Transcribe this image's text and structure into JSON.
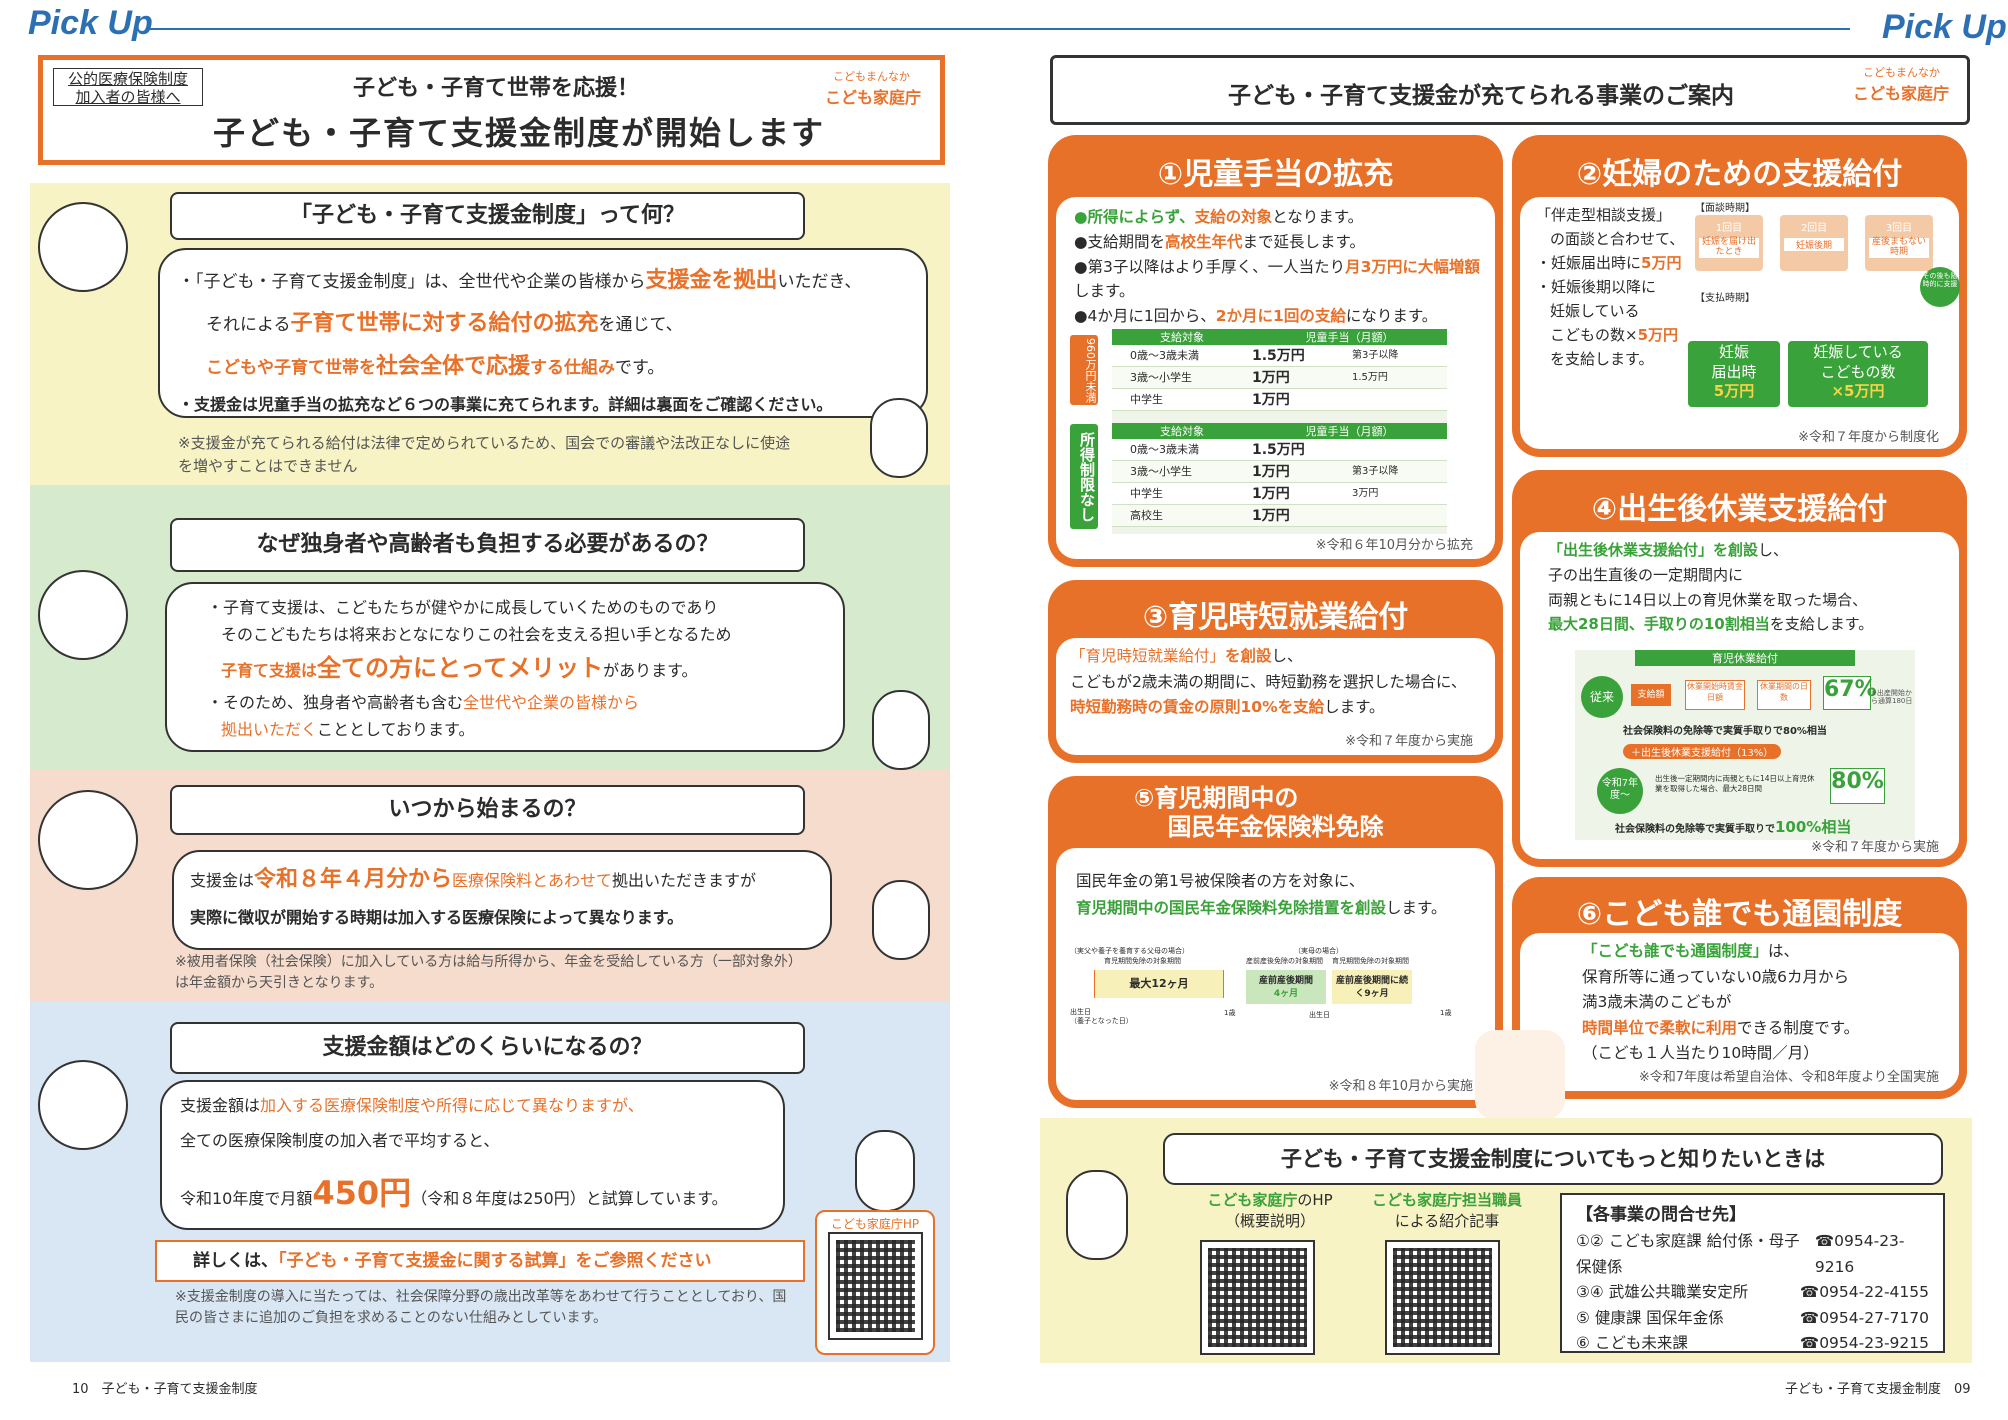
{
  "header": {
    "pickup": "Pick Up"
  },
  "left": {
    "title_box": {
      "tag_line1": "公的医療保険制度",
      "tag_line2": "加入者の皆様へ",
      "subtitle": "子ども・子育て世帯を応援！",
      "title": "子ども・子育て支援金制度が開始します",
      "logo_small": "こどもまんなか",
      "logo": "こども家庭庁"
    },
    "q1": {
      "question": "「子ども・子育て支援金制度」って何？",
      "l1a": "・「子ども・子育て支援金制度」は、全世代や企業の皆様から",
      "l1b": "支援金を拠出",
      "l1c": "いただき、",
      "l2a": "それによる",
      "l2b": "子育て世帯に対する給付の拡充",
      "l2c": "を通じて、",
      "l3a": "こどもや子育て世帯を",
      "l3b": "社会全体で応援",
      "l3c": "する仕組み",
      "l3d": "です。",
      "l4": "・支援金は児童手当の拡充など６つの事業に充てられます。詳細は裏面をご確認ください。",
      "note": "※支援金が充てられる給付は法律で定められているため、国会での審議や法改正なしに使途を増やすことはできません"
    },
    "q2": {
      "question": "なぜ独身者や高齢者も負担する必要があるの？",
      "l1": "・子育て支援は、こどもたちが健やかに成長していくためのものであり",
      "l2": "そのこどもたちは将来おとなになりこの社会を支える担い手となるため",
      "l3a": "子育て支援は",
      "l3b": "全ての方にとってメリット",
      "l3c": "があります。",
      "l4a": "・そのため、独身者や高齢者も含む",
      "l4b": "全世代や企業の皆様から",
      "l5a": "拠出いただく",
      "l5b": "こととしております。"
    },
    "q3": {
      "question": "いつから始まるの？",
      "l1a": "支援金は",
      "l1b": "令和８年４月分から",
      "l1c": "医療保険料とあわせて",
      "l1d": "拠出いただきますが",
      "l2": "実際に徴収が開始する時期は加入する医療保険によって異なります。",
      "note": "※被用者保険（社会保険）に加入している方は給与所得から、年金を受給している方（一部対象外）は年金額から天引きとなります。"
    },
    "q4": {
      "question": "支援金額はどのくらいになるの？",
      "l1a": "支援金額は",
      "l1b": "加入する医療保険制度や所得に応じて異なりますが、",
      "l2": "全ての医療保険制度の加入者で平均すると、",
      "l3a": "令和10年度で月額",
      "l3b": "450円",
      "l3c": "（令和８年度は250円）と試算しています。",
      "detail_a": "詳しくは、",
      "detail_b": "「子ども・子育て支援金に関する試算」をご参照ください",
      "hp": "こども家庭庁HP",
      "note": "※支援金制度の導入に当たっては、社会保障分野の歳出改革等をあわせて行うこととしており、国民の皆さまに追加のご負担を求めることのない仕組みとしています。"
    },
    "footer": "10　子ども・子育て支援金制度"
  },
  "right": {
    "title": "子ども・子育て支援金が充てられる事業のご案内",
    "logo_small": "こどもまんなか",
    "logo": "こども家庭庁",
    "c1": {
      "title": "①児童手当の拡充",
      "b1a": "●所得によらず、",
      "b1b": "支給の対象",
      "b1c": "となります。",
      "b2a": "●支給期間を",
      "b2b": "高校生年代",
      "b2c": "まで延長します。",
      "b3a": "●第3子以降はより手厚く、一人当たり",
      "b3b": "月3万円に大幅増額",
      "b3c": "します。",
      "b4a": "●4か月に1回から、",
      "b4b": "2か月に1回の支給",
      "b4c": "になります。",
      "side1": "960万円未満",
      "side2": "所得制限なし",
      "col1": "支給対象",
      "col2": "児童手当（月額）",
      "rows1": [
        {
          "a": "0歳〜3歳未満",
          "b": "1.5万円",
          "c": "第3子以降"
        },
        {
          "a": "3歳〜小学生",
          "b": "1万円",
          "c": "1.5万円"
        },
        {
          "a": "中学生",
          "b": "1万円",
          "c": ""
        }
      ],
      "rows2": [
        {
          "a": "0歳〜3歳未満",
          "b": "1.5万円",
          "c": ""
        },
        {
          "a": "3歳〜小学生",
          "b": "1万円",
          "c": "第3子以降"
        },
        {
          "a": "中学生",
          "b": "1万円",
          "c": "3万円"
        },
        {
          "a": "高校生",
          "b": "1万円",
          "c": ""
        }
      ],
      "note": "※令和６年10月分から拡充"
    },
    "c2": {
      "title": "②妊婦のための支援給付",
      "t1": "「伴走型相談支援」",
      "t2": "の面談と合わせて、",
      "t3a": "・妊娠届出時に",
      "t3b": "5万円",
      "t4": "・妊娠後期以降に",
      "t5": "妊娠している",
      "t6a": "こどもの数×",
      "t6b": "5万円",
      "t7": "を支給します。",
      "label1": "【面談時期】",
      "s1": "1回目",
      "s2": "2回目",
      "s3": "3回目",
      "s1d": "妊娠を届け出たとき",
      "s2d": "妊娠後期",
      "s3d": "産後まもない時期",
      "label2": "【支払時期】",
      "after": "その後も随時的に支援",
      "g1a": "妊娠",
      "g1b": "届出時",
      "g1c": "5万円",
      "g2a": "妊娠している",
      "g2b": "こどもの数",
      "g2c": "×5万円",
      "note": "※令和７年度から制度化"
    },
    "c3": {
      "title": "③育児時短就業給付",
      "t1a": "「育児時短就業給付」",
      "t1b": "を創設",
      "t1c": "し、",
      "t2": "こどもが2歳未満の期間に、時短勤務を選択した場合に、",
      "t3a": "時短勤務時の賃金の原則10%を支給",
      "t3b": "します。",
      "note": "※令和７年度から実施"
    },
    "c4": {
      "title": "④出生後休業支援給付",
      "t1a": "「出生後休業支援給付」を創設",
      "t1b": "し、",
      "t2": "子の出生直後の一定期間内に",
      "t3": "両親ともに14日以上の育児休業を取った場合、",
      "t4a": "最大28日間、",
      "t4b": "手取りの10割相当",
      "t4c": "を支給します。",
      "dtitle": "育児休業給付",
      "old": "従来",
      "pay": "支給額",
      "eq1": "休業開始時賃金日額",
      "eq2": "休業期間の日数",
      "pct1": "67%",
      "pct1n": "※出産開始から通算180日",
      "r1": "社会保険料の免除等で実質手取りで80%相当",
      "plus": "＋出生後休業支援給付（13%）",
      "new": "令和7年度〜",
      "newd": "出生後一定期間内に両親ともに14日以上育児休業を取得した場合、最大28日間",
      "pct2": "80%",
      "r2a": "社会保険料の免除等で実質手取りで",
      "r2b": "100%相当",
      "note": "※令和７年度から実施"
    },
    "c5": {
      "title1": "⑤育児期間中の",
      "title2": "国民年金保険料免除",
      "t1": "国民年金の第1号被保険者の方を対象に、",
      "t2a": "育児期間中の国民年金保険料免除措置を創設",
      "t2b": "します。",
      "fa": "（実父や養子を養育する父母の場合）",
      "fa2": "育児期間免除の対象期間",
      "fab": "最大12ヶ月",
      "ma": "（実母の場合）",
      "ma2": "産前産後免除の対象期間",
      "ma3": "育児期間免除の対象期間",
      "mb": "産前産後期間",
      "mb2": "4ヶ月",
      "mc": "産前産後期間に続く9ヶ月",
      "birth": "出生日",
      "birth2": "（養子となった日）",
      "one": "1歳",
      "note": "※令和８年10月から実施"
    },
    "c6": {
      "title": "⑥こども誰でも通園制度",
      "t1a": "「こども誰でも通園制度」",
      "t1b": "は、",
      "t2": "保育所等に通っていない0歳6カ月から",
      "t3": "満3歳未満のこどもが",
      "t4a": "時間単位で柔軟に利用",
      "t4b": "できる制度です。",
      "t5": "（こども１人当たり10時間／月）",
      "note": "※令和7年度は希望自治体、令和8年度より全国実施"
    },
    "more": {
      "title": "子ども・子育て支援金制度についてもっと知りたいときは",
      "hp_a": "こども家庭庁",
      "hp_b": "のHP",
      "hp_c": "（概要説明）",
      "staff_a": "こども家庭庁担当職員",
      "staff_b": "による紹介記事",
      "contact_title": "【各事業の問合せ先】",
      "contacts": [
        {
          "k": "①② こども家庭課 給付係・母子保健係",
          "t": "☎0954-23-9216"
        },
        {
          "k": "③④ 武雄公共職業安定所",
          "t": "☎0954-22-4155"
        },
        {
          "k": "⑤ 健康課 国保年金係",
          "t": "☎0954-27-7170"
        },
        {
          "k": "⑥ こども未来課",
          "t": "☎0954-23-9215"
        }
      ]
    },
    "footer": "子ども・子育て支援金制度　09"
  }
}
